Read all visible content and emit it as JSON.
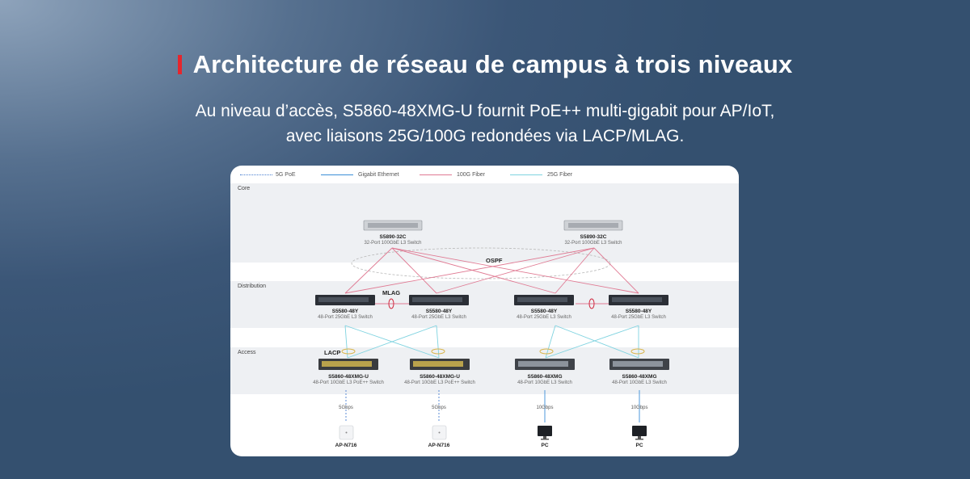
{
  "header": {
    "title": "Architecture de réseau de campus à trois niveaux",
    "subtitle_line1": "Au niveau d’accès, S5860-48XMG-U fournit PoE++ multi-gigabit pour AP/IoT,",
    "subtitle_line2": "avec liaisons 25G/100G redondées via LACP/MLAG."
  },
  "diagram": {
    "legend": [
      {
        "label": "5G PoE",
        "color": "#4a7fd0",
        "style": "dotted"
      },
      {
        "label": "Gigabit Ethernet",
        "color": "#3b8fd8",
        "style": "solid"
      },
      {
        "label": "100G Fiber",
        "color": "#e07a93",
        "style": "solid"
      },
      {
        "label": "25G Fiber",
        "color": "#7fd3e0",
        "style": "solid"
      }
    ],
    "layers": {
      "core": "Core",
      "distribution": "Distribution",
      "access": "Access"
    },
    "annotations": {
      "ospf": "OSPF",
      "mlag": "MLAG",
      "lacp": "LACP"
    },
    "core_switches": [
      {
        "name": "S5890-32C",
        "desc": "32-Port 100GbE L3 Switch"
      },
      {
        "name": "S5890-32C",
        "desc": "32-Port 100GbE L3 Switch"
      }
    ],
    "distribution_switches": [
      {
        "name": "S5580-48Y",
        "desc": "48-Port 25GbE L3 Switch"
      },
      {
        "name": "S5580-48Y",
        "desc": "48-Port 25GbE L3 Switch"
      },
      {
        "name": "S5580-48Y",
        "desc": "48-Port 25GbE L3 Switch"
      },
      {
        "name": "S5580-48Y",
        "desc": "48-Port 25GbE L3 Switch"
      }
    ],
    "access_switches": [
      {
        "name": "S5860-48XMG-U",
        "desc": "48-Port 10GbE L3 PoE++ Switch"
      },
      {
        "name": "S5860-48XMG-U",
        "desc": "48-Port 10GbE L3 PoE++ Switch"
      },
      {
        "name": "S5860-48XMG",
        "desc": "48-Port 10GbE L3 Switch"
      },
      {
        "name": "S5860-48XMG",
        "desc": "48-Port 10GbE L3 Switch"
      }
    ],
    "endpoints": [
      {
        "name": "AP-N716",
        "speed": "5Gbps",
        "icon": "access-point-icon"
      },
      {
        "name": "AP-N716",
        "speed": "5Gbps",
        "icon": "access-point-icon"
      },
      {
        "name": "PC",
        "speed": "10Gbps",
        "icon": "monitor-icon"
      },
      {
        "name": "PC",
        "speed": "10Gbps",
        "icon": "monitor-icon"
      }
    ],
    "colors": {
      "accent_red": "#e5262d",
      "fiber100": "#e07a93",
      "fiber25": "#7fd3e0",
      "ethernet": "#3b8fd8"
    }
  }
}
